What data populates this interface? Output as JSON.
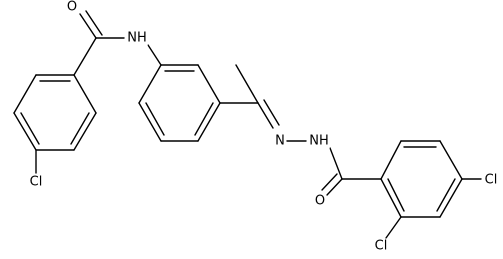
{
  "molecule": {
    "atoms": {
      "o_amide_top": "O",
      "nh_amide": "NH",
      "cl_left": "Cl",
      "n_imine": "N",
      "nh_hydrazide": "NH",
      "o_hydrazide": "O",
      "cl_right_para": "Cl",
      "cl_right_ortho": "Cl"
    }
  },
  "colors": {
    "bond": "#000000",
    "label": "#000000",
    "background": "#ffffff"
  }
}
